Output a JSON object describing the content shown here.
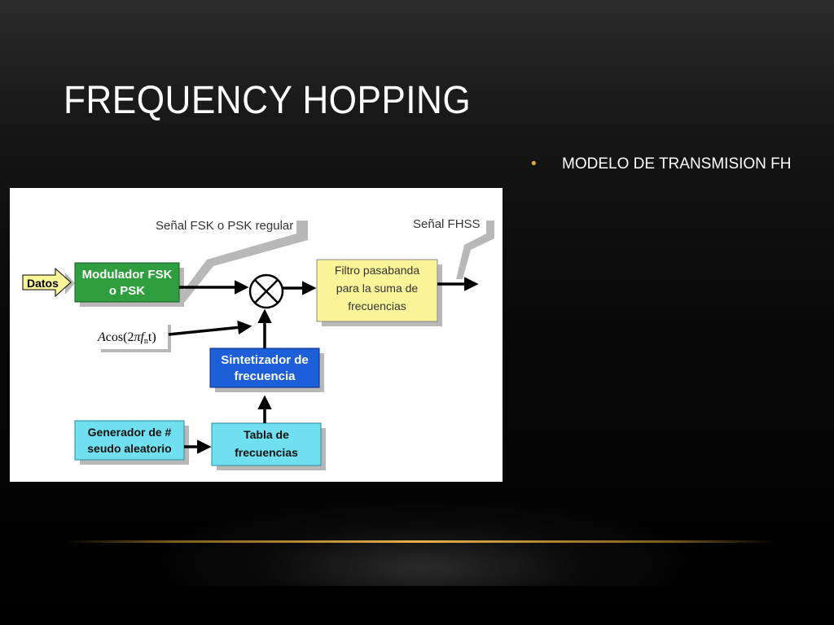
{
  "slide": {
    "title": "FREQUENCY HOPPING",
    "bullets": [
      {
        "text": "MODELO DE TRANSMISION FH"
      }
    ]
  },
  "diagram": {
    "labels": {
      "signal_fsk": "Señal FSK o PSK regular",
      "signal_fhss": "Señal FHSS",
      "input": "Datos",
      "carrier_prefix": "A",
      "carrier_func": "cos(2",
      "carrier_suffix": "t)",
      "mixer_symbol": "⊗"
    },
    "blocks": {
      "modulator": {
        "line1": "Modulador FSK",
        "line2": "o PSK",
        "color": "#2e9e3e"
      },
      "filter": {
        "line1": "Filtro pasabanda",
        "line2": "para la suma de",
        "line3": "frecuencias",
        "color": "#fbf59a"
      },
      "synth": {
        "line1": "Sintetizador de",
        "line2": "frecuencia",
        "color": "#1c5fd6"
      },
      "generator": {
        "line1": "Generador de #",
        "line2": "seudo aleatorio",
        "color": "#70e0f0"
      },
      "table": {
        "line1": "Tabla de",
        "line2": "frecuencias",
        "color": "#70e0f0"
      }
    },
    "colors": {
      "shadow": "#b8b8b8",
      "arrow": "#000000",
      "input_arrow": "#fbf59a",
      "bullet": "#e6a23c"
    }
  }
}
